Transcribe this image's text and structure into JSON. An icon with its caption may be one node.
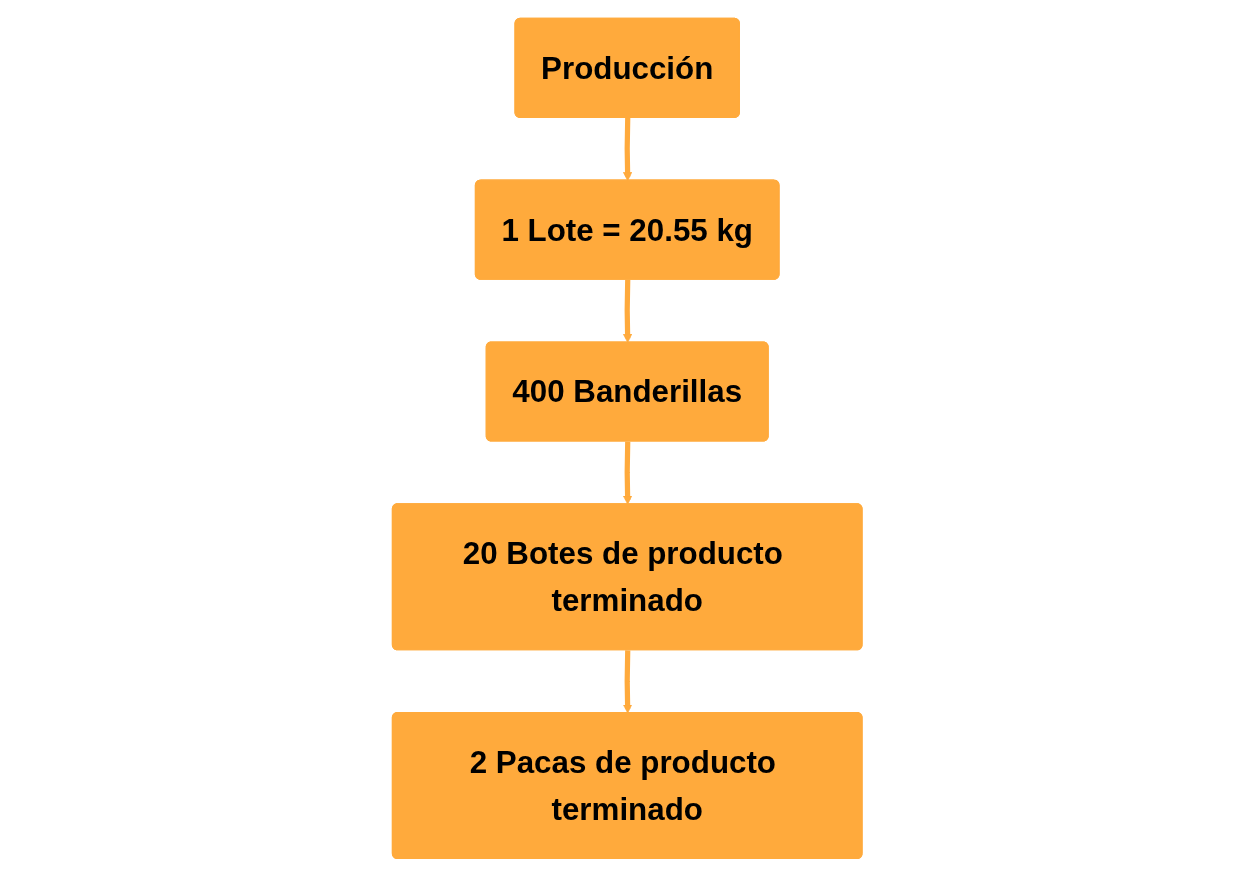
{
  "diagram": {
    "nodes": [
      {
        "text": [
          "Producción"
        ]
      },
      {
        "text": [
          "1 Lote = 20.55 kg"
        ]
      },
      {
        "text": [
          "400 Banderillas"
        ]
      },
      {
        "text": [
          "20 Botes de producto terminado"
        ]
      },
      {
        "text": [
          "2 Pacas de producto terminado"
        ]
      }
    ],
    "edges": [
      {
        "from": 0,
        "to": 1,
        "arrow": "to"
      },
      {
        "from": 1,
        "to": 2,
        "arrow": "to"
      },
      {
        "from": 2,
        "to": 3,
        "arrow": "to"
      },
      {
        "from": 3,
        "to": 4,
        "arrow": "to"
      }
    ]
  }
}
